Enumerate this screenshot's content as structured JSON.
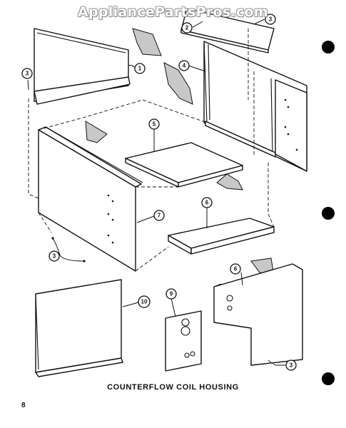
{
  "watermark": "AppliancePartsPros.com",
  "caption": "COUNTERFLOW COIL HOUSING",
  "page_number": "8",
  "callouts": [
    {
      "id": "c1",
      "label": "1"
    },
    {
      "id": "c2",
      "label": "2"
    },
    {
      "id": "c3a",
      "label": "3"
    },
    {
      "id": "c3b",
      "label": "3"
    },
    {
      "id": "c3c",
      "label": "3"
    },
    {
      "id": "c3d",
      "label": "3"
    },
    {
      "id": "c4",
      "label": "4"
    },
    {
      "id": "c5",
      "label": "5"
    },
    {
      "id": "c6a",
      "label": "6"
    },
    {
      "id": "c6b",
      "label": "6"
    },
    {
      "id": "c7",
      "label": "7"
    },
    {
      "id": "c9",
      "label": "9"
    },
    {
      "id": "c10",
      "label": "10"
    }
  ]
}
